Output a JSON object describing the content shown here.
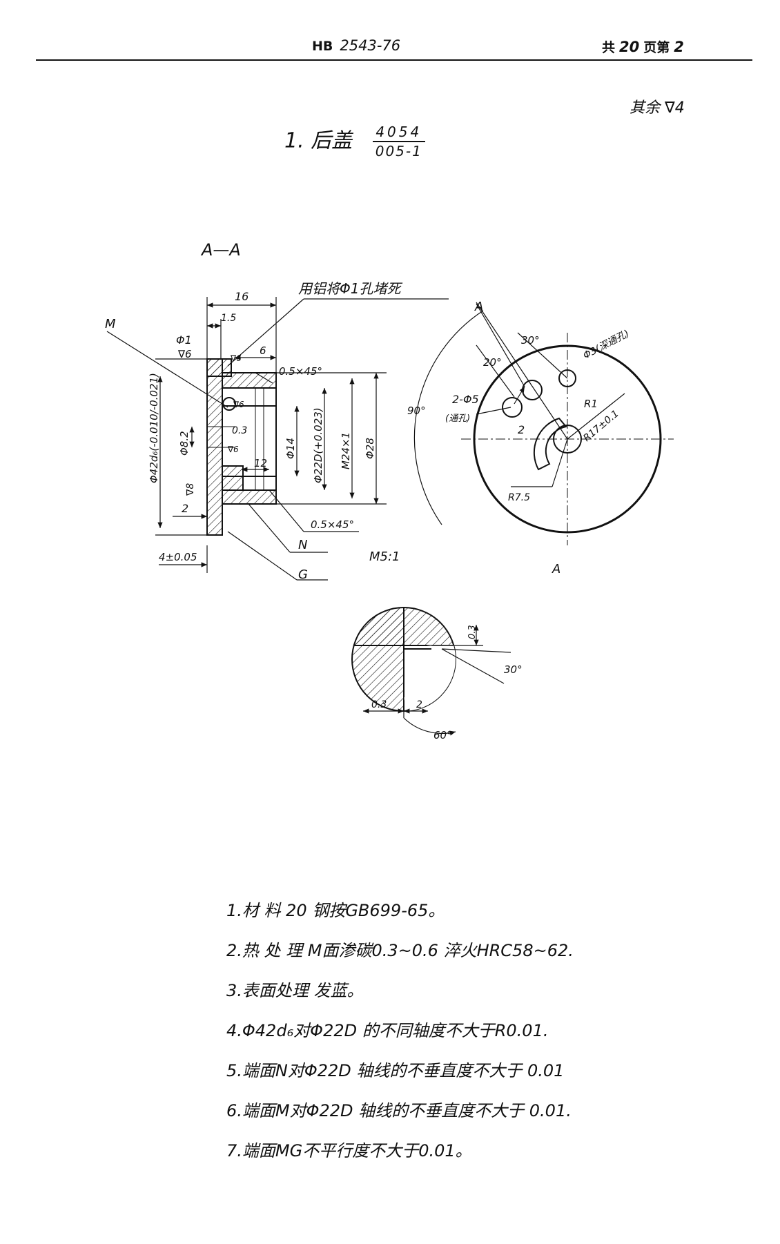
{
  "header": {
    "standard_prefix": "HB",
    "standard_number": "2543-76",
    "pages_total_label": "共",
    "pages_total": "20",
    "page_label": "页第",
    "page_number": "2"
  },
  "roughness_note": "其余 ∇4",
  "part_title": {
    "text": "1. 后盖",
    "code_top": "4054",
    "code_bottom": "005-1"
  },
  "drawing": {
    "section_label": "A—A",
    "plug_note": "用铝将Φ1孔堵死",
    "dims": {
      "d16": "16",
      "d1_5": "1.5",
      "phi1": "Φ1",
      "rough6a": "∇6",
      "d6": "6",
      "cham1": "0.5×45°",
      "label_M": "M",
      "phi42": "Φ42d₆(-0.010/-0.021)",
      "phi82": "Φ8.2",
      "d0_3": "0.3",
      "d12": "12",
      "phi14": "Φ14",
      "phi22": "Φ22D(+0.023)",
      "m24": "M24×1",
      "phi28": "Φ28",
      "rough6b": "∇6",
      "rough6c": "∇6",
      "rough6d": "∇6",
      "rough8": "∇8",
      "d2": "2",
      "cham2": "0.5×45°",
      "label_N": "N",
      "label_G": "G",
      "d4": "4±0.05",
      "scale": "M5:1"
    },
    "front": {
      "a_top": "A",
      "a_bottom": "A",
      "ang30": "30°",
      "ang20": "20°",
      "ang90": "90°",
      "phi3": "Φ3(深通孔)",
      "holes": "2-Φ5",
      "holes_note": "(通孔)",
      "r1": "R1",
      "r17": "R17±0.1",
      "r7_5": "R7.5",
      "d2": "2"
    },
    "detail": {
      "d0_3a": "0.3",
      "ang30": "30°",
      "d0_3b": "0.3",
      "d2": "2",
      "ang60": "60°"
    }
  },
  "notes": [
    "1.材    料  20  钢按GB699-65。",
    "2.热 处 理  M面渗碳0.3~0.6 淬火HRC58~62.",
    "3.表面处理  发蓝。",
    "4.Φ42d₆对Φ22D 的不同轴度不大于R0.01.",
    "5.端面N对Φ22D 轴线的不垂直度不大于  0.01",
    "6.端面M对Φ22D 轴线的不垂直度不大于   0.01.",
    "7.端面MG不平行度不大于0.01。"
  ]
}
